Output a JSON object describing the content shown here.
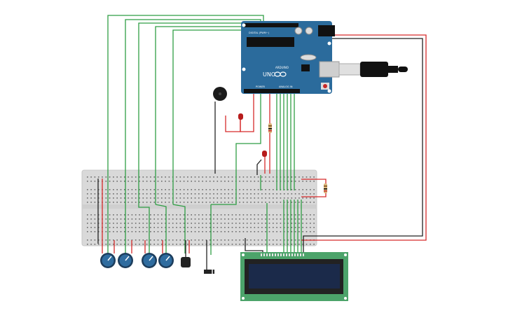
{
  "arduino": {
    "brand_text": "UNO",
    "model_text": "ARDUINO",
    "digital_label": "DIGITAL (PWM~)",
    "power_label": "POWER",
    "analog_label": "ANALOG IN"
  },
  "colors": {
    "board_blue": "#2b6b9c",
    "wire_green": "#2f9e44",
    "wire_red": "#d62b2b",
    "wire_black": "#222222",
    "breadboard": "#d9d9d9",
    "lcd_pcb": "#4ca36a",
    "lcd_screen": "#1b2a4a",
    "potentiometer": "#2f6c9f"
  },
  "components": {
    "potentiometer_count": 4,
    "led_count": 2,
    "resistor_count": 2
  }
}
